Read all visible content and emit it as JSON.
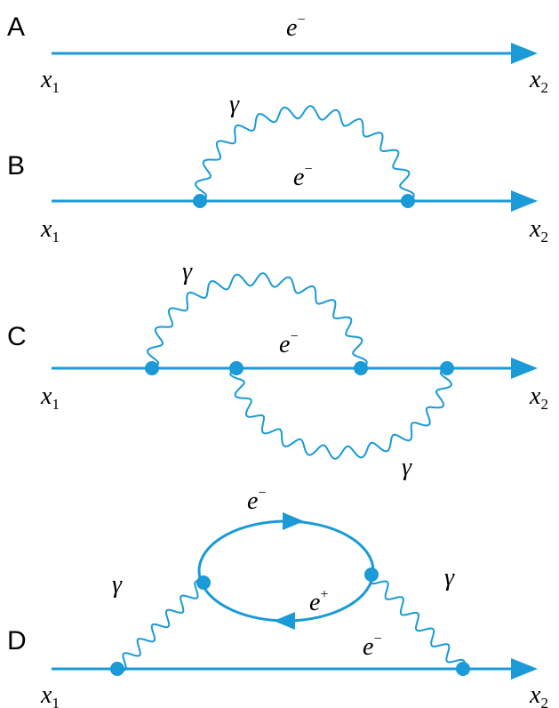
{
  "colors": {
    "line": "#1a9ad6",
    "text": "#000000",
    "background": "#ffffff"
  },
  "panels": [
    {
      "label": "A",
      "start": "x",
      "start_sub": "1",
      "end": "x",
      "end_sub": "2",
      "particles": [
        {
          "symbol": "e",
          "charge": "−"
        }
      ]
    },
    {
      "label": "B",
      "start": "x",
      "start_sub": "1",
      "end": "x",
      "end_sub": "2",
      "particles": [
        {
          "symbol": "e",
          "charge": "−"
        }
      ],
      "photons": [
        {
          "symbol": "γ"
        }
      ]
    },
    {
      "label": "C",
      "start": "x",
      "start_sub": "1",
      "end": "x",
      "end_sub": "2",
      "particles": [
        {
          "symbol": "e",
          "charge": "−"
        }
      ],
      "photons": [
        {
          "symbol": "γ"
        },
        {
          "symbol": "γ"
        }
      ]
    },
    {
      "label": "D",
      "start": "x",
      "start_sub": "1",
      "end": "x",
      "end_sub": "2",
      "particles": [
        {
          "symbol": "e",
          "charge": "−"
        },
        {
          "symbol": "e",
          "charge": "+"
        },
        {
          "symbol": "e",
          "charge": "−"
        }
      ],
      "photons": [
        {
          "symbol": "γ"
        },
        {
          "symbol": "γ"
        }
      ]
    }
  ]
}
